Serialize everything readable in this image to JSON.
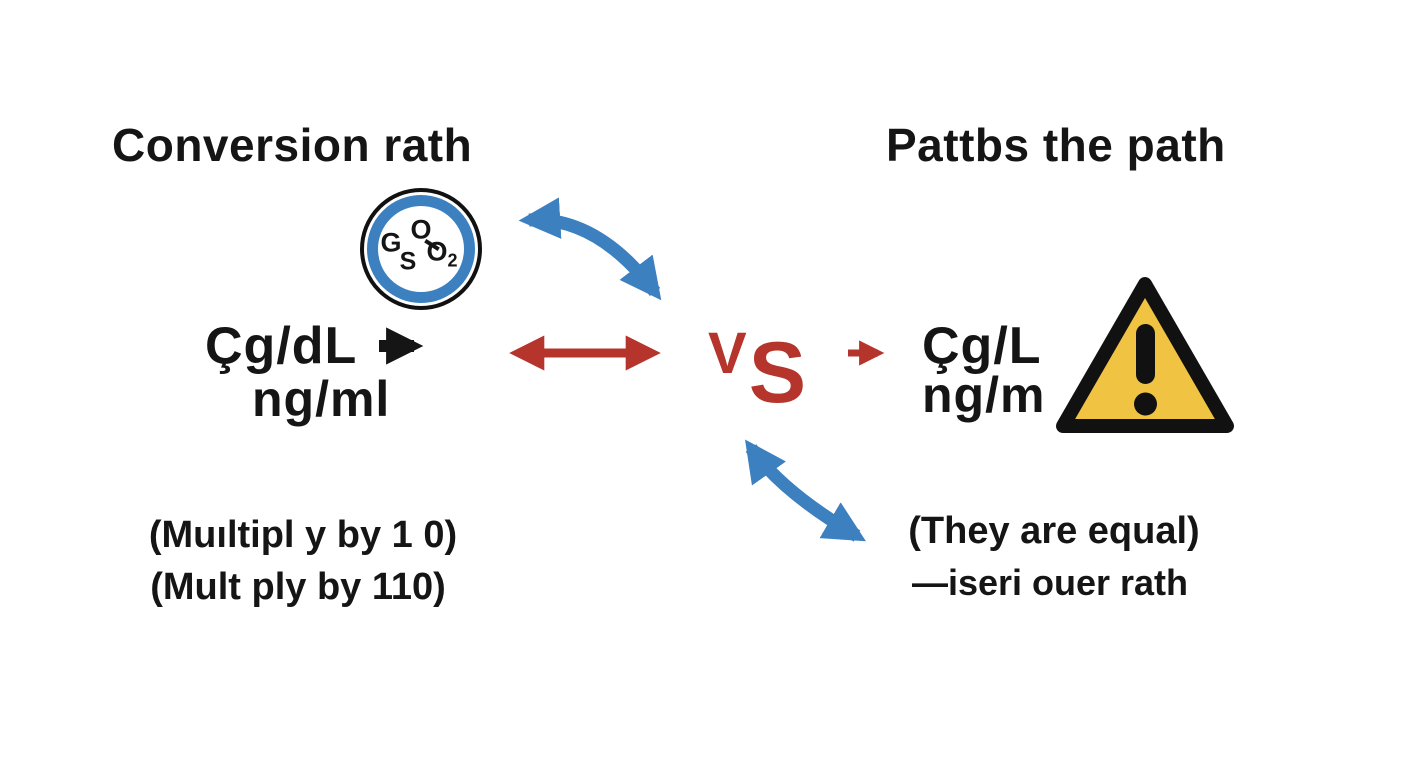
{
  "colors": {
    "blue": "#3c80c0",
    "red": "#b5342c",
    "yellow": "#f0c343",
    "ink": "#151515"
  },
  "left": {
    "title": "Conversion rath",
    "unit_from": "Çg/dL",
    "unit_to": "ng/ml",
    "note_line1": "(Muıltipl y by 1 0)",
    "note_line2": "(Mult ply by 110)"
  },
  "right": {
    "title": "Pattbs the path",
    "unit_top": "Çg/L",
    "unit_bottom": "ng/m",
    "note_line1": "(They are equal)",
    "note_line2": "—iseri ouer rath"
  },
  "center": {
    "vs_v": "V",
    "vs_s": "S"
  },
  "molecule": {
    "letter_g": "G",
    "letter_s": "S",
    "letter_o": "O",
    "letter_o2_base": "O",
    "letter_o2_sub": "2"
  },
  "icons": {
    "molecule": "molecule-circle-icon",
    "warning": "warning-triangle-icon",
    "curved_arrow_top": "curved-double-arrow-icon",
    "curved_arrow_bottom": "curved-double-arrow-icon",
    "red_double_arrow": "double-headed-arrow-icon",
    "black_arrow": "right-arrow-icon",
    "small_red_arrow": "right-arrow-icon"
  }
}
